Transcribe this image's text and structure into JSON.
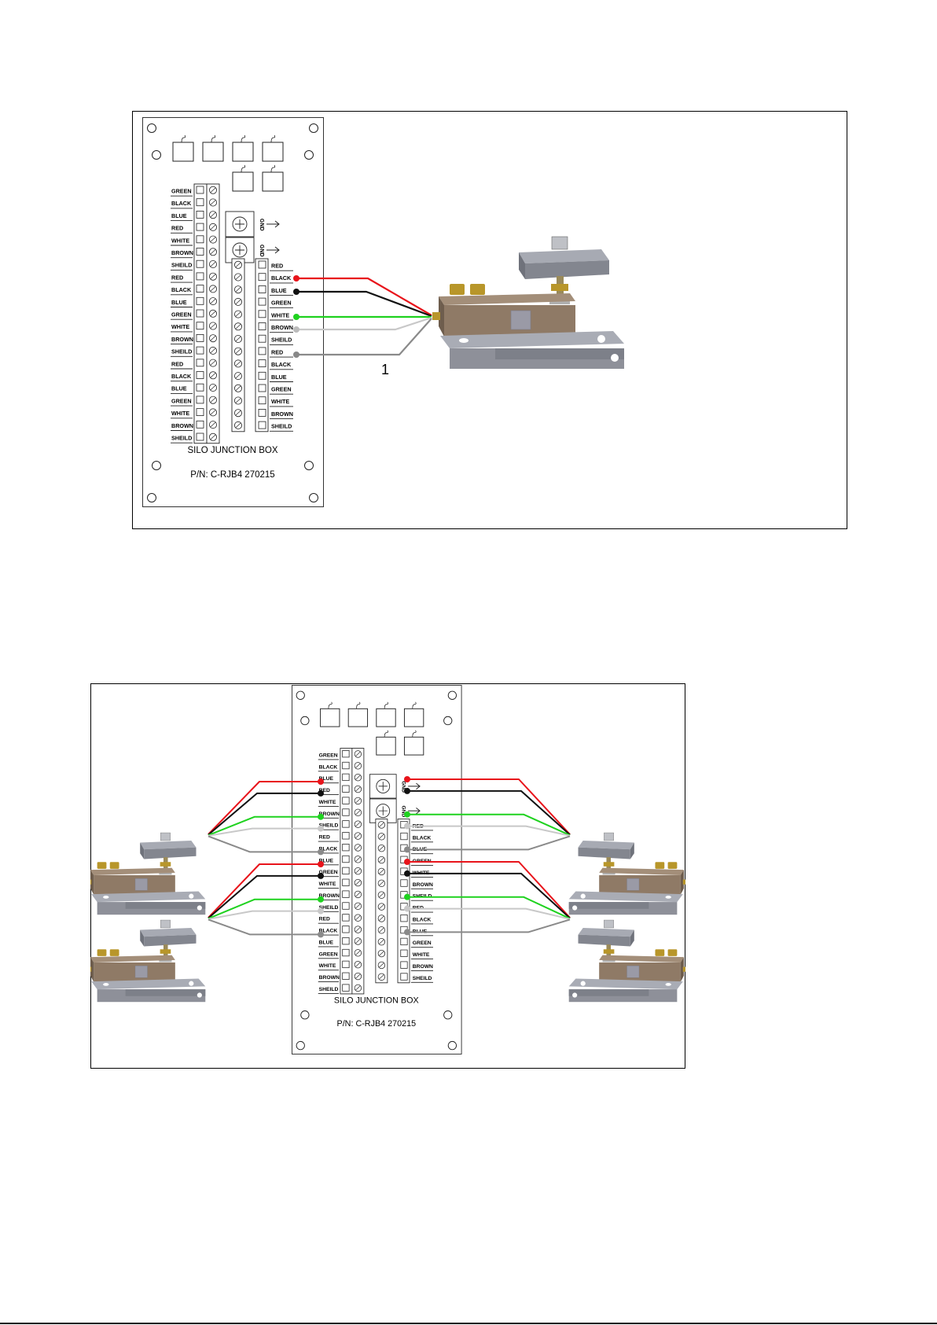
{
  "figure1": {
    "box_title": "SILO JUNCTION BOX",
    "part_number": "P/N: C-RJB4   270215",
    "left_labels": [
      "GREEN",
      "BLACK",
      "BLUE",
      "RED",
      "WHITE",
      "BROWN",
      "SHEILD",
      "RED",
      "BLACK",
      "BLUE",
      "GREEN",
      "WHITE",
      "BROWN",
      "SHEILD",
      "RED",
      "BLACK",
      "BLUE",
      "GREEN",
      "WHITE",
      "BROWN",
      "SHEILD"
    ],
    "right_labels": [
      "RED",
      "BLACK",
      "BLUE",
      "GREEN",
      "WHITE",
      "BROWN",
      "SHEILD",
      "RED",
      "BLACK",
      "BLUE",
      "GREEN",
      "WHITE",
      "BROWN",
      "SHEILD"
    ],
    "gnd_label": "GND",
    "callout": "1"
  },
  "figure2": {
    "box_title": "SILO JUNCTION BOX",
    "part_number": "P/N: C-RJB4   270215",
    "left_labels": [
      "GREEN",
      "BLACK",
      "BLUE",
      "RED",
      "WHITE",
      "BROWN",
      "SHEILD",
      "RED",
      "BLACK",
      "BLUE",
      "GREEN",
      "WHITE",
      "BROWN",
      "SHEILD",
      "RED",
      "BLACK",
      "BLUE",
      "GREEN",
      "WHITE",
      "BROWN",
      "SHEILD"
    ],
    "right_labels": [
      "RED",
      "BLACK",
      "BLUE",
      "GREEN",
      "WHITE",
      "BROWN",
      "SHEILD",
      "RED",
      "BLACK",
      "BLUE",
      "GREEN",
      "WHITE",
      "BROWN",
      "SHEILD"
    ],
    "gnd_label": "GND"
  },
  "colors": {
    "red": "#e8141b",
    "black": "#111111",
    "green": "#1fd21f",
    "white_wire": "#c8c8c8",
    "shield_wire": "#8a8a8a",
    "load_cell": "#8f7a66",
    "plate": "#8e9099",
    "brass": "#b8962a"
  }
}
